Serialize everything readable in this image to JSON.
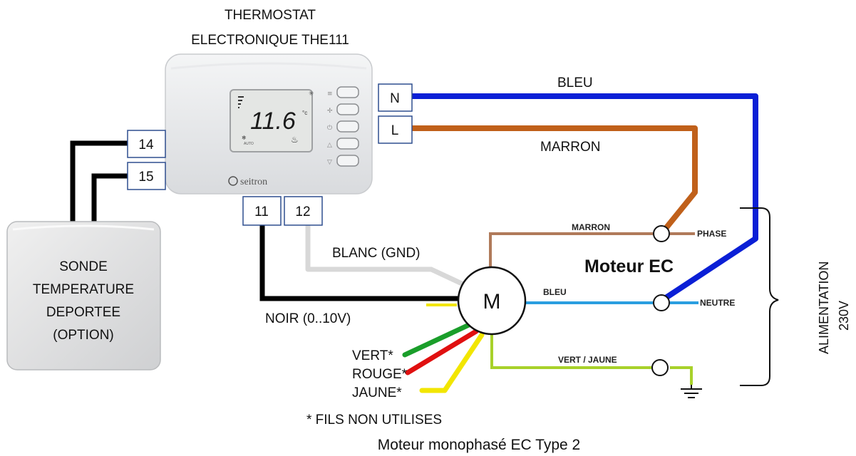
{
  "thermostat": {
    "title_line1": "THERMOSTAT",
    "title_line2": "ELECTRONIQUE THE111",
    "display_value": "11.6",
    "display_unit": "°c",
    "display_mode": "AUTO",
    "brand": "seitron"
  },
  "terminals": {
    "n": "N",
    "l": "L",
    "t14": "14",
    "t15": "15",
    "t11": "11",
    "t12": "12"
  },
  "probe": {
    "line1": "SONDE",
    "line2": "TEMPERATURE",
    "line3": "DEPORTEE",
    "line4": "(OPTION)"
  },
  "wires": {
    "bleu_top": "BLEU",
    "marron_top": "MARRON",
    "blanc_gnd": "BLANC (GND)",
    "noir": "NOIR (0..10V)",
    "vert": "VERT*",
    "rouge": "ROUGE*",
    "jaune": "JAUNE*"
  },
  "motor": {
    "symbol": "M",
    "title": "Moteur EC",
    "marron": "MARRON",
    "bleu": "BLEU",
    "vert_jaune": "VERT / JAUNE",
    "phase": "PHASE",
    "neutre": "NEUTRE"
  },
  "supply": {
    "line1": "ALIMENTATION",
    "line2": "230V"
  },
  "notes": {
    "unused": "* FILS NON UTILISES",
    "caption": "Moteur monophasé EC Type 2"
  },
  "colors": {
    "blue_wire": "#0a1fd6",
    "brown_wire": "#c0601a",
    "black_wire": "#000000",
    "white_wire": "#d8d8d8",
    "green_wire": "#1a9e2a",
    "red_wire": "#e01010",
    "yellow_wire": "#f2e600",
    "motor_brown": "#b07a5a",
    "motor_blue": "#2a9ee0",
    "motor_green": "#a8d12a"
  }
}
